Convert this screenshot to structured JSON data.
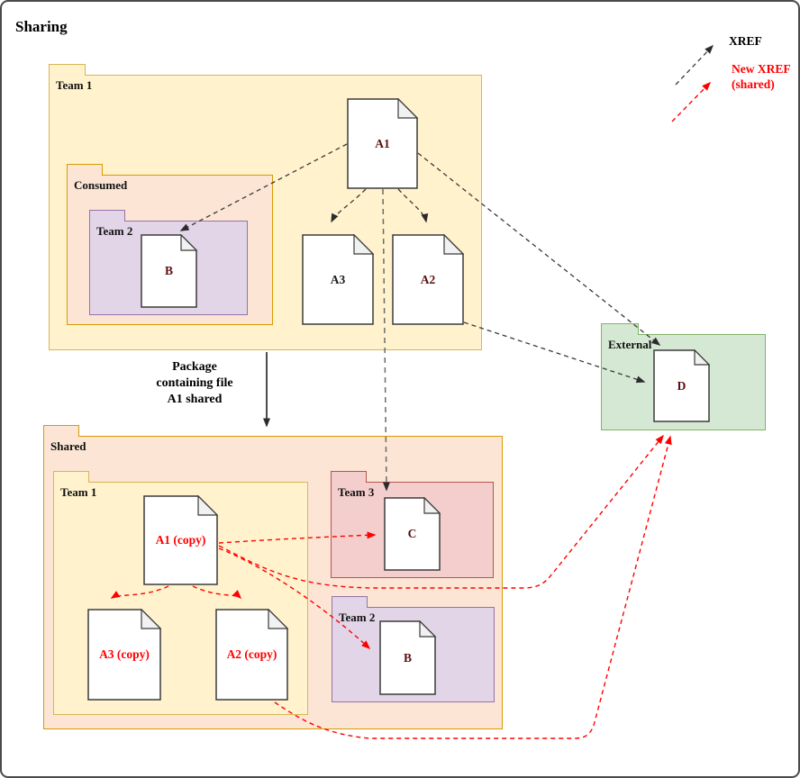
{
  "title": "Sharing",
  "legend": {
    "xref_label": "XREF",
    "new_xref_label": "New XREF",
    "new_xref_sub": "(shared)"
  },
  "package_arrow_label": "Package containing file A1 shared",
  "folders": {
    "team1_top": "Team 1",
    "consumed": "Consumed",
    "consumed_team2": "Team 2",
    "shared": "Shared",
    "shared_team1": "Team 1",
    "shared_team3": "Team 3",
    "shared_team2": "Team 2",
    "external": "External"
  },
  "files": {
    "a1": "A1",
    "a3": "A3",
    "a2": "A2",
    "b": "B",
    "a1_copy": "A1 (copy)",
    "a3_copy": "A3 (copy)",
    "a2_copy": "A2 (copy)",
    "c": "C",
    "b2": "B",
    "d": "D"
  },
  "colors": {
    "folder_yellow_fill": "#FFF2CC",
    "folder_yellow_stroke": "#D6B656",
    "folder_orange_fill": "#FCE5D4",
    "folder_orange_stroke": "#D79B00",
    "folder_purple_fill": "#E1D5E7",
    "folder_purple_stroke": "#9673A6",
    "folder_pink_fill": "#F3CECC",
    "folder_pink_stroke": "#B85450",
    "folder_green_fill": "#D5E8D4",
    "folder_green_stroke": "#82B366",
    "xref_arrow": "#3A3A3A",
    "new_xref_arrow": "#FF0000",
    "file_label_dark_red": "#5B0F0F",
    "file_label_black": "#1A1A1A"
  }
}
